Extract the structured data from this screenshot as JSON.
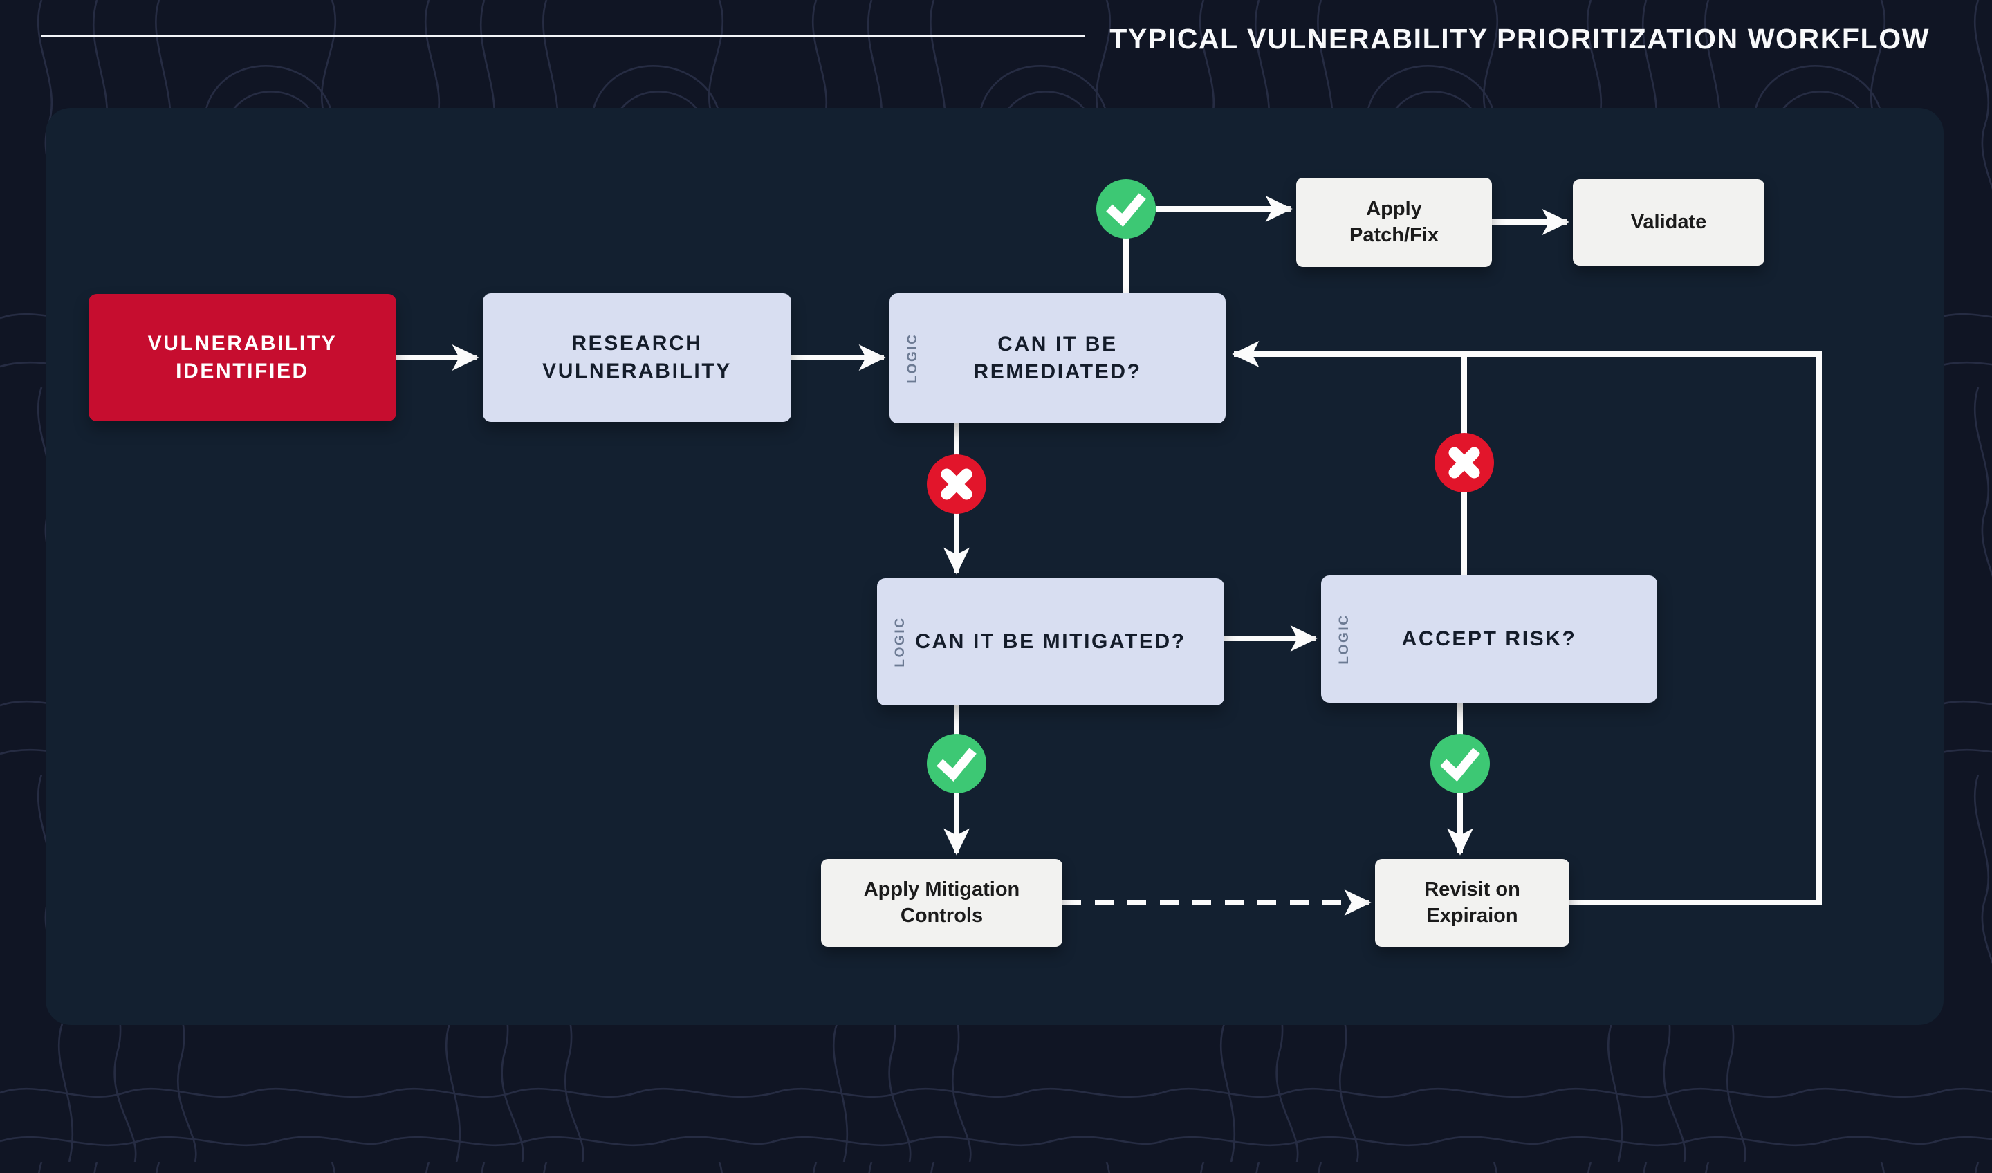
{
  "title": "TYPICAL VULNERABILITY PRIORITIZATION WORKFLOW",
  "logic_tag": "LOGIC",
  "nodes": {
    "start": {
      "label": "VULNERABILITY\nIDENTIFIED",
      "type": "start"
    },
    "research": {
      "label": "RESEARCH\nVULNERABILITY",
      "type": "process"
    },
    "remediate": {
      "label": "CAN IT BE\nREMEDIATED?",
      "type": "logic"
    },
    "mitigate": {
      "label": "CAN IT BE MITIGATED?",
      "type": "logic"
    },
    "accept": {
      "label": "ACCEPT RISK?",
      "type": "logic"
    },
    "patch": {
      "label": "Apply\nPatch/Fix",
      "type": "action"
    },
    "validate": {
      "label": "Validate",
      "type": "action"
    },
    "mitigation_controls": {
      "label": "Apply Mitigation\nControls",
      "type": "action"
    },
    "revisit": {
      "label": "Revisit on\nExpiraion",
      "type": "action"
    }
  },
  "edges": [
    {
      "from": "start",
      "to": "research"
    },
    {
      "from": "research",
      "to": "remediate"
    },
    {
      "from": "remediate",
      "to": "patch",
      "condition": "yes"
    },
    {
      "from": "patch",
      "to": "validate"
    },
    {
      "from": "remediate",
      "to": "mitigate",
      "condition": "no"
    },
    {
      "from": "mitigate",
      "to": "accept"
    },
    {
      "from": "mitigate",
      "to": "mitigation_controls",
      "condition": "yes"
    },
    {
      "from": "accept",
      "to": "remediate",
      "condition": "no"
    },
    {
      "from": "accept",
      "to": "revisit",
      "condition": "yes"
    },
    {
      "from": "mitigation_controls",
      "to": "revisit",
      "style": "dashed"
    },
    {
      "from": "revisit",
      "to": "remediate"
    }
  ],
  "icons": {
    "yes": "check-circle",
    "no": "x-circle"
  },
  "colors": {
    "background": "#101524",
    "contour_line": "#2a3048",
    "panel": "#132030",
    "start_red": "#c60d2f",
    "logic_lavender": "#d8def1",
    "action_white": "#f2f2f0",
    "check_green": "#3dc874",
    "cross_red": "#e2152b",
    "connector_white": "#fcfcfc",
    "logic_label_grey": "#6c7a93",
    "title_white": "#f8f9fb"
  }
}
